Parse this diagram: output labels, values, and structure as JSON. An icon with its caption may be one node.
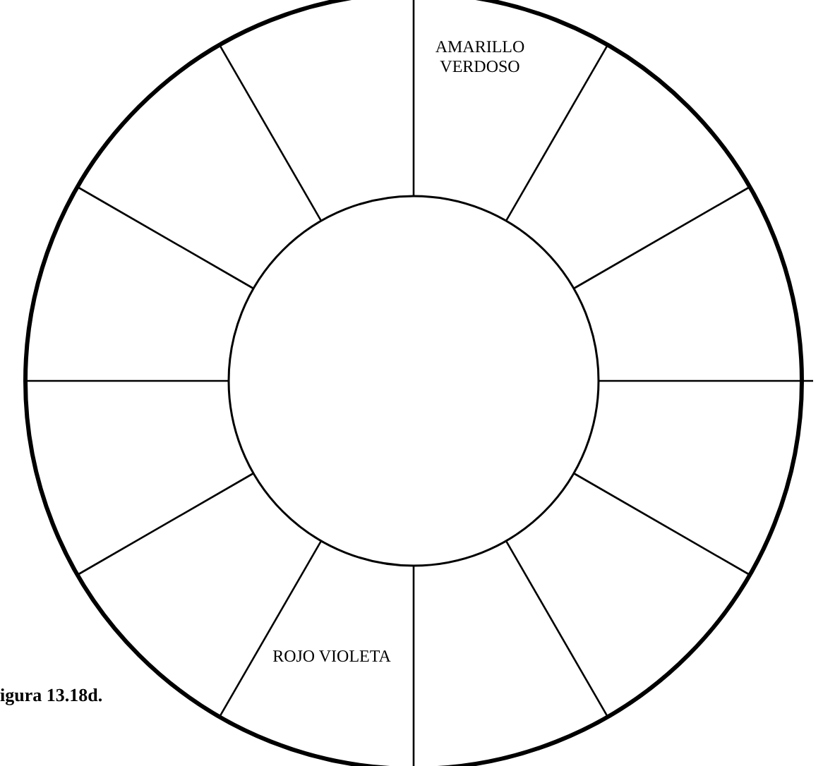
{
  "diagram": {
    "caption": "igura 13.18d.",
    "labels": [
      "AMARILLO VERDOSO",
      "ROJO VIOLETA"
    ]
  }
}
